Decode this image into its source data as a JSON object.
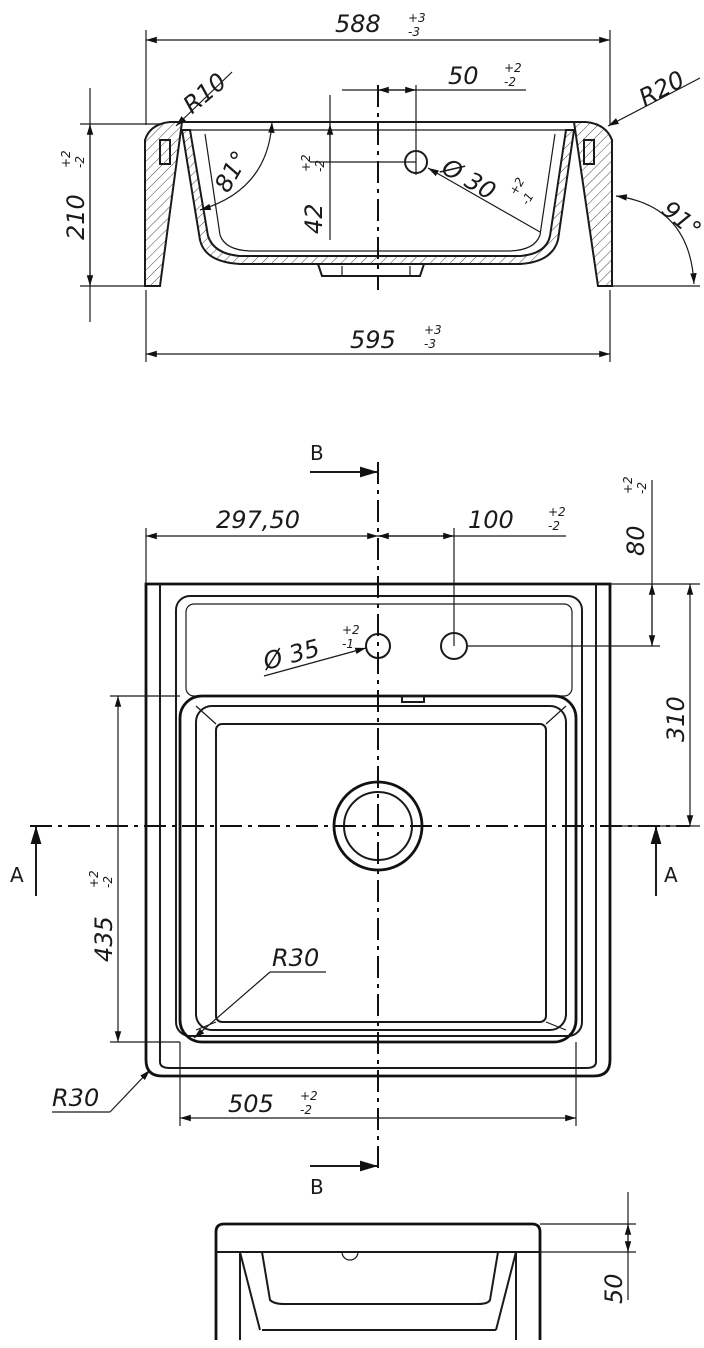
{
  "section_view": {
    "top_width": "588",
    "top_width_tol_plus": "+3",
    "top_width_tol_minus": "-3",
    "radius_left": "R10",
    "radius_right": "R20",
    "tap_offset": "50",
    "tap_offset_tol_plus": "+2",
    "tap_offset_tol_minus": "-2",
    "height": "210",
    "height_tol_plus": "+2",
    "height_tol_minus": "-2",
    "wall_angle": "81°",
    "hole_height": "42",
    "hole_height_tol_plus": "+2",
    "hole_height_tol_minus": "-2",
    "hole_diameter": "Ø 30",
    "hole_diameter_tol_plus": "+2",
    "hole_diameter_tol_minus": "-1",
    "side_angle": "91°",
    "bottom_width": "595",
    "bottom_width_tol_plus": "+3",
    "bottom_width_tol_minus": "-3"
  },
  "plan_view": {
    "section_b": "B",
    "section_a": "A",
    "half_width": "297,50",
    "hole_spacing": "100",
    "hole_spacing_tol_plus": "+2",
    "hole_spacing_tol_minus": "-2",
    "top_offset": "80",
    "top_offset_tol_plus": "+2",
    "top_offset_tol_minus": "-2",
    "center_depth": "310",
    "tap_hole": "Ø 35",
    "tap_hole_tol_plus": "+2",
    "tap_hole_tol_minus": "-1",
    "bowl_depth": "435",
    "bowl_depth_tol_plus": "+2",
    "bowl_depth_tol_minus": "-2",
    "inner_radius": "R30",
    "outer_radius": "R30",
    "bowl_width": "505",
    "bowl_width_tol_plus": "+2",
    "bowl_width_tol_minus": "-2"
  },
  "front_view": {
    "rim_height": "50"
  }
}
